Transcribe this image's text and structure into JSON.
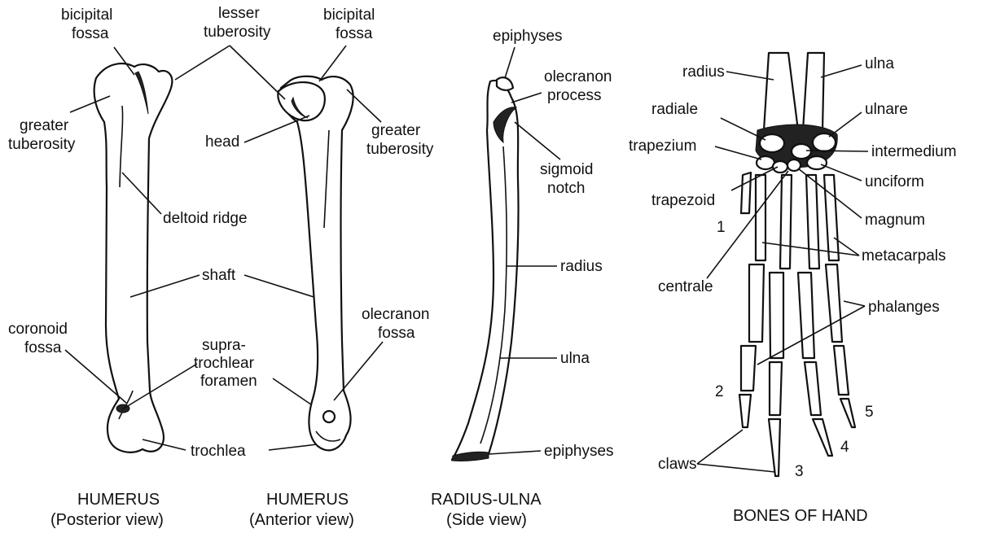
{
  "panels": {
    "humerus_posterior": {
      "caption": "HUMERUS",
      "subcaption": "(Posterior view)",
      "labels": {
        "bicipital_fossa": [
          "bicipital",
          "fossa"
        ],
        "greater_tuberosity": [
          "greater",
          "tuberosity"
        ],
        "deltoid_ridge": "deltoid ridge",
        "shaft": "shaft",
        "coronoid_fossa": [
          "coronoid",
          "fossa"
        ],
        "supratrochlear_foramen": [
          "supra-",
          "trochlear",
          "foramen"
        ],
        "trochlea": "trochlea"
      }
    },
    "humerus_anterior": {
      "caption": "HUMERUS",
      "subcaption": "(Anterior view)",
      "labels": {
        "lesser_tuberosity": [
          "lesser",
          "tuberosity"
        ],
        "bicipital_fossa": [
          "bicipital",
          "fossa"
        ],
        "head": "head",
        "greater_tuberosity": [
          "greater",
          "tuberosity"
        ],
        "olecranon_fossa": [
          "olecranon",
          "fossa"
        ]
      }
    },
    "radius_ulna": {
      "caption": "RADIUS-ULNA",
      "subcaption": "(Side view)",
      "labels": {
        "epiphyses_top": "epiphyses",
        "olecranon_process": [
          "olecranon",
          "process"
        ],
        "sigmoid_notch": [
          "sigmoid",
          "notch"
        ],
        "radius": "radius",
        "ulna": "ulna",
        "epiphyses_bottom": "epiphyses"
      }
    },
    "hand": {
      "caption": "BONES OF HAND",
      "labels": {
        "radius": "radius",
        "ulna": "ulna",
        "radiale": "radiale",
        "ulnare": "ulnare",
        "trapezium": "trapezium",
        "intermedium": "intermedium",
        "unciform": "unciform",
        "trapezoid": "trapezoid",
        "magnum": "magnum",
        "metacarpals": "metacarpals",
        "centrale": "centrale",
        "phalanges": "phalanges",
        "claws": "claws",
        "digit_1": "1",
        "digit_2": "2",
        "digit_3": "3",
        "digit_4": "4",
        "digit_5": "5"
      }
    }
  }
}
